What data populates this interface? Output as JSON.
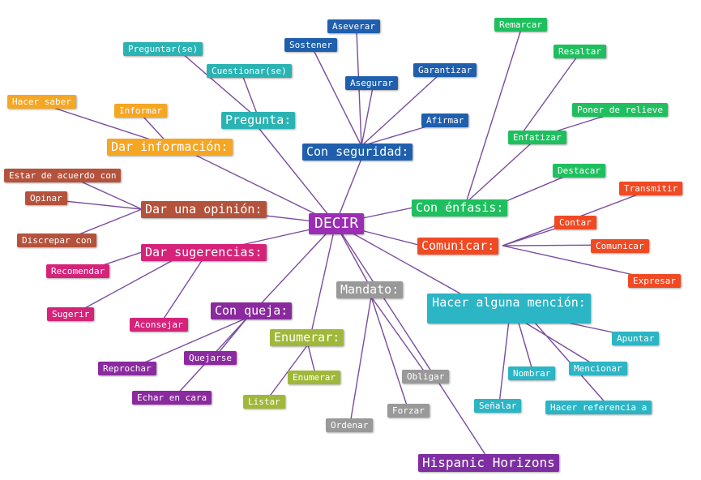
{
  "center": {
    "label": "DECIR",
    "color": "#9b2eb5"
  },
  "footer": {
    "label": "Hispanic Horizons",
    "color": "#7e2ea2"
  },
  "branches": {
    "pregunta": {
      "label": "Pregunta:",
      "color": "#2bb3b3",
      "leaves": [
        "Preguntar(se)",
        "Cuestionar(se)"
      ]
    },
    "seguridad": {
      "label": "Con seguridad:",
      "color": "#1f5fad",
      "leaves": [
        "Aseverar",
        "Sostener",
        "Asegurar",
        "Garantizar",
        "Afirmar"
      ]
    },
    "informacion": {
      "label": "Dar información:",
      "color": "#f5a623",
      "leaves": [
        "Hacer saber",
        "Informar"
      ]
    },
    "opinion": {
      "label": "Dar una opinión:",
      "color": "#b5523c",
      "leaves": [
        "Estar de acuerdo con",
        "Opinar",
        "Discrepar con"
      ]
    },
    "sugerencias": {
      "label": "Dar sugerencias:",
      "color": "#d6237a",
      "leaves": [
        "Recomendar",
        "Sugerir",
        "Aconsejar"
      ]
    },
    "queja": {
      "label": "Con queja:",
      "color": "#8a2a9e",
      "leaves": [
        "Reprochar",
        "Quejarse",
        "Echar en cara"
      ]
    },
    "enumerar": {
      "label": "Enumerar:",
      "color": "#a0b83a",
      "leaves": [
        "Enumerar",
        "Listar"
      ]
    },
    "mandato": {
      "label": "Mandato:",
      "color": "#999999",
      "leaves": [
        "Ordenar",
        "Obligar",
        "Forzar"
      ]
    },
    "mencion": {
      "label": "Hacer alguna mención:",
      "color": "#2bb5c5",
      "leaves": [
        "Apuntar",
        "Nombrar",
        "Mencionar",
        "Señalar",
        "Hacer referencia a"
      ]
    },
    "enfasis": {
      "label": "Con énfasis:",
      "color": "#1fbf5f",
      "leaves": [
        "Remarcar",
        "Resaltar",
        "Poner de relieve",
        "Enfatizar",
        "Destacar"
      ]
    },
    "comunicar": {
      "label": "Comunicar:",
      "color": "#f04a24",
      "leaves": [
        "Transmitir",
        "Contar",
        "Comunicar",
        "Expresar"
      ]
    }
  }
}
